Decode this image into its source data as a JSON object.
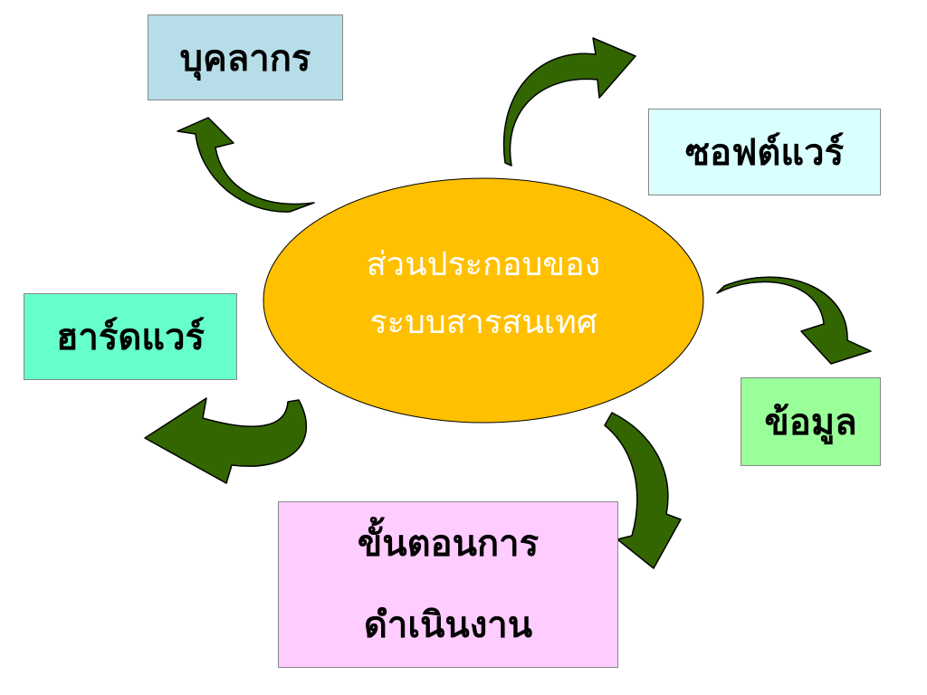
{
  "center": {
    "line1": "ส่วนประกอบของ",
    "line2": "ระบบสารสนเทศ",
    "fill": "#FFC000",
    "text_color": "#FFFFFF"
  },
  "components": {
    "personnel": {
      "label": "บุคลากร",
      "fill": "#B7DEE8"
    },
    "software": {
      "label": "ซอฟต์แวร์",
      "fill": "#DAFFFF"
    },
    "hardware": {
      "label": "ฮาร์ดแวร์",
      "fill": "#66FFCC"
    },
    "data": {
      "label": "ข้อมูล",
      "fill": "#99FF99"
    },
    "procedure": {
      "line1": "ขั้นตอนการ",
      "line2": "ดำเนินงาน",
      "fill": "#FFCCFF"
    }
  },
  "arrow_color": "#336600",
  "arrow_stroke": "#000000"
}
